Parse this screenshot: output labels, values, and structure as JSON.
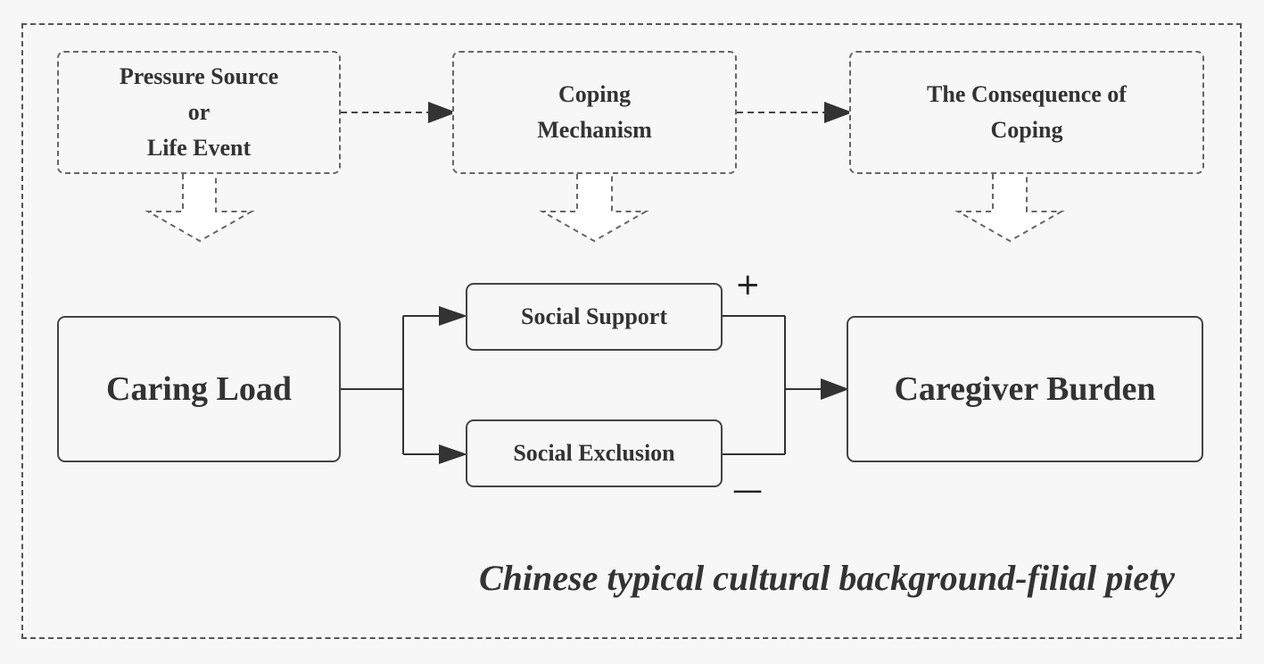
{
  "framework": {
    "pressure_source": "Pressure Source\nor\nLife Event",
    "coping_mechanism": "Coping\nMechanism",
    "consequence": "The Consequence of\nCoping"
  },
  "model": {
    "caring_load": "Caring Load",
    "social_support": "Social Support",
    "social_exclusion": "Social Exclusion",
    "caregiver_burden": "Caregiver Burden",
    "plus_sign": "+",
    "minus_sign": "—"
  },
  "footer": {
    "caption": "Chinese typical cultural background-filial piety"
  }
}
